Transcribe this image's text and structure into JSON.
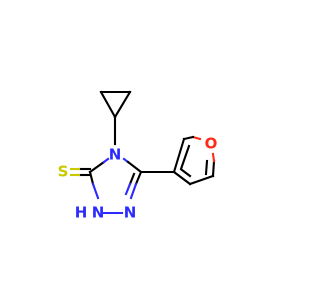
{
  "molecule": {
    "atoms": {
      "s": "S",
      "n4": "N",
      "n1": "N",
      "h1": "H",
      "n2": "N",
      "o": "O"
    },
    "colors": {
      "carbon": "#000000",
      "nitrogen": "#2b2bff",
      "oxygen": "#ff2a1a",
      "sulfur": "#c9c900",
      "background": "#ffffff"
    }
  }
}
